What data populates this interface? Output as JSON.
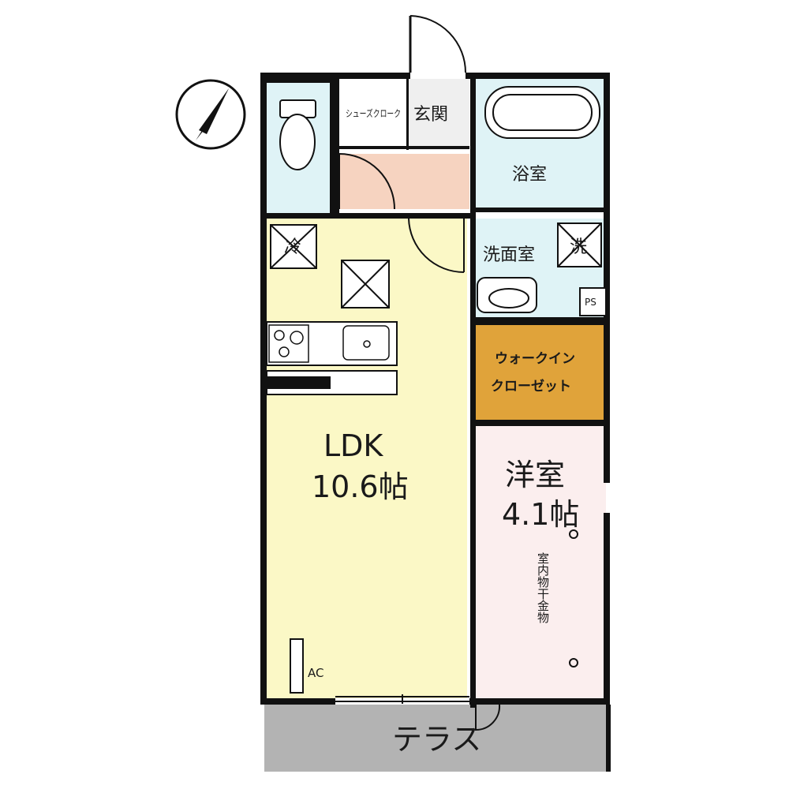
{
  "colors": {
    "ldk": "#fbf8c6",
    "bedroom": "#fbeeee",
    "wet": "#dff3f6",
    "entrance_hall": "#f6d3c0",
    "closet": "#e0a33a",
    "terrace": "#b3b3b3",
    "wall": "#111111"
  },
  "rooms": {
    "ldk": {
      "name": "LDK",
      "size": "10.6帖"
    },
    "bedroom": {
      "name": "洋室",
      "size": "4.1帖"
    },
    "bath": {
      "name": "浴室"
    },
    "washroom": {
      "name": "洗面室"
    },
    "entrance": {
      "name": "玄関"
    },
    "shoe_closet": {
      "name": "シューズクローク"
    },
    "walk_in_closet": {
      "line1": "ウォークイン",
      "line2": "クローゼット"
    },
    "terrace": {
      "name": "テラス"
    }
  },
  "fixtures": {
    "fridge": "冷",
    "washer": "洗",
    "pipe_space": "PS",
    "aircon": "AC",
    "drying_hardware": "室内物干金物"
  },
  "icons": [
    "north-arrow-icon",
    "toilet-icon",
    "bathtub-icon",
    "stove-icon",
    "sink-icon",
    "basin-icon"
  ]
}
